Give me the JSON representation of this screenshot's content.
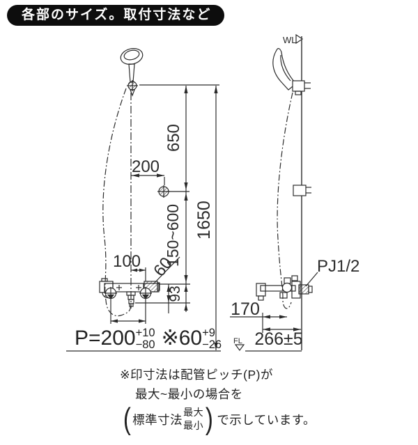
{
  "header": {
    "title": "各部のサイズ。取付寸法など"
  },
  "front_view": {
    "dim_shower_height": "650",
    "dim_holder_offset": "200",
    "dim_overall_height": "1650",
    "dim_slide_range": "150~600",
    "dim_half_pitch": "100",
    "dim_leg_offset": "60",
    "dim_body_drop": "93"
  },
  "pitch_note": {
    "prefix": "P=200",
    "sup": "+10",
    "sub": "−80",
    "mark": "※",
    "value": "60",
    "sup2": "+9",
    "sub2": "−26"
  },
  "side_view": {
    "wall_label": "WL",
    "floor_label": "FL",
    "pipe_thread": "PJ1/2",
    "dim_spout_reach": "170",
    "dim_wall_depth": "266±5"
  },
  "notes": {
    "line1": "※印寸法は配管ピッチ(P)が",
    "line2": "最大~最小の場合を",
    "line3_prefix": "標準寸法",
    "line3_max": "最大",
    "line3_min": "最小",
    "line3_suffix": "で示しています。"
  }
}
